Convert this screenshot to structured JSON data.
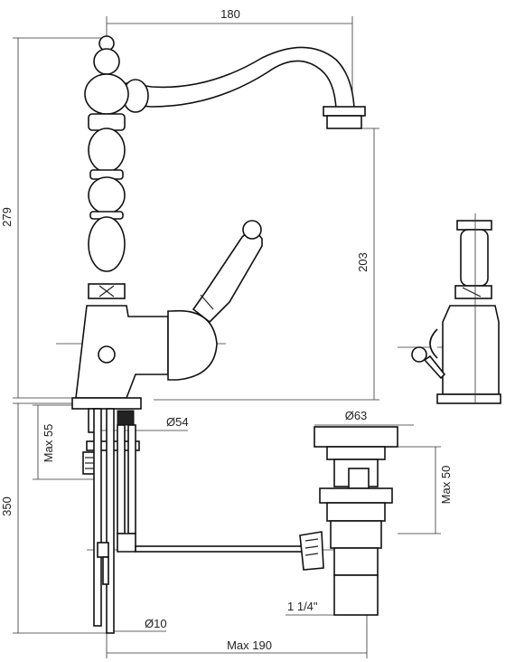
{
  "dimensions": {
    "spout_reach": "180",
    "total_height": "279",
    "spout_height": "203",
    "max_thickness": "Max 55",
    "base_diameter": "Ø54",
    "waste_diameter": "Ø63",
    "waste_max": "Max 50",
    "flex_length": "350",
    "rod_diameter": "Ø10",
    "max_reach": "Max 190",
    "thread": "1 1/4\""
  },
  "icons": {
    "faucet": "mixer-tap-front-view",
    "faucet_side": "mixer-tap-side-view",
    "waste": "pop-up-waste-drawing"
  }
}
